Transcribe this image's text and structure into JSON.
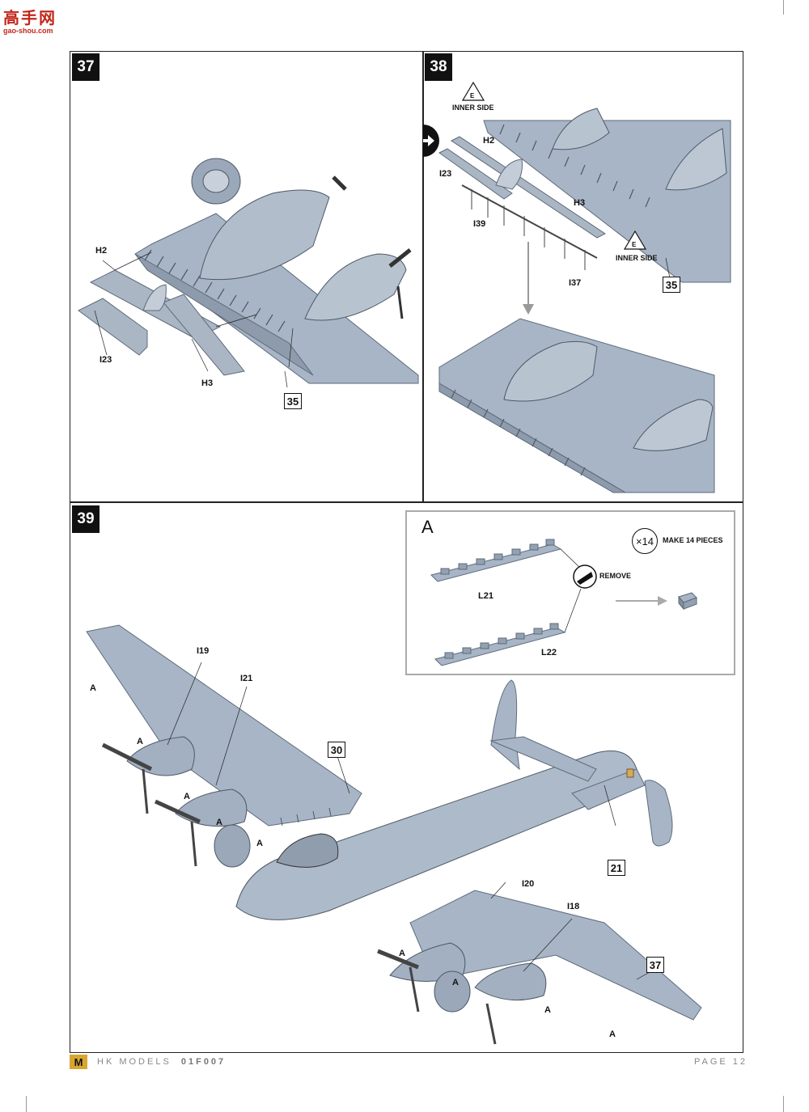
{
  "watermark": {
    "site_cn": "高手网",
    "site_url": "gao-shou.com"
  },
  "steps": {
    "s37": {
      "number": "37",
      "labels": {
        "h2": "H2",
        "i23": "I23",
        "h3": "H3"
      },
      "ref": "35"
    },
    "s38": {
      "number": "38",
      "labels": {
        "h2": "H2",
        "i23": "I23",
        "i39": "I39",
        "h3": "H3",
        "i37": "I37"
      },
      "inner_side_1": "INNER SIDE",
      "inner_side_2": "INNER SIDE",
      "e_mark": "E",
      "ref": "35"
    },
    "s39": {
      "number": "39",
      "labels": {
        "i19": "I19",
        "i21": "I21",
        "i20": "I20",
        "i18": "I18",
        "a": "A"
      },
      "refs": {
        "r30": "30",
        "r21": "21",
        "r37": "37"
      }
    }
  },
  "inset": {
    "title": "A",
    "multiplier": "×14",
    "make_text": "MAKE 14 PIECES",
    "remove_text": "REMOVE",
    "part_l21": "L21",
    "part_l22": "L22"
  },
  "footer": {
    "brand": "HK MODELS",
    "code": "01F007",
    "page": "PAGE 12"
  }
}
